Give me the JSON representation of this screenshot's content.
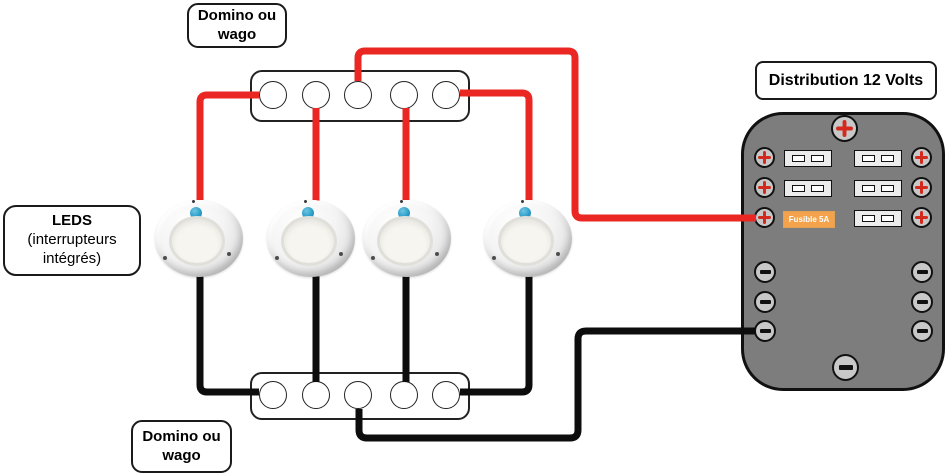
{
  "labels": {
    "top_connector": "Domino ou wago",
    "bottom_connector": "Domino ou wago",
    "leds_title": "LEDS",
    "leds_subtitle": "(interrupteurs intégrés)",
    "distribution_panel": "Distribution 12 Volts",
    "fuse_badge": "Fusible 5A"
  },
  "colors": {
    "wire_positive": "#ea2722",
    "wire_negative": "#0d0d0d",
    "panel_body": "#7d7d7d",
    "panel_border": "#111111",
    "terminal_fill": "#c8c8c8",
    "plus_symbol": "#d42a1e",
    "minus_symbol": "#111111",
    "fuse_badge_bg": "#f4a24b",
    "led_button": "#2d9ec9"
  },
  "structure": {
    "led_count": 4,
    "terminals_per_connector_block": 5,
    "distribution": {
      "positive_screw_terminals": 6,
      "negative_screw_terminals": 6,
      "main_positive_terminals": 1,
      "main_negative_terminals": 1,
      "fuse_slots": 6
    }
  }
}
